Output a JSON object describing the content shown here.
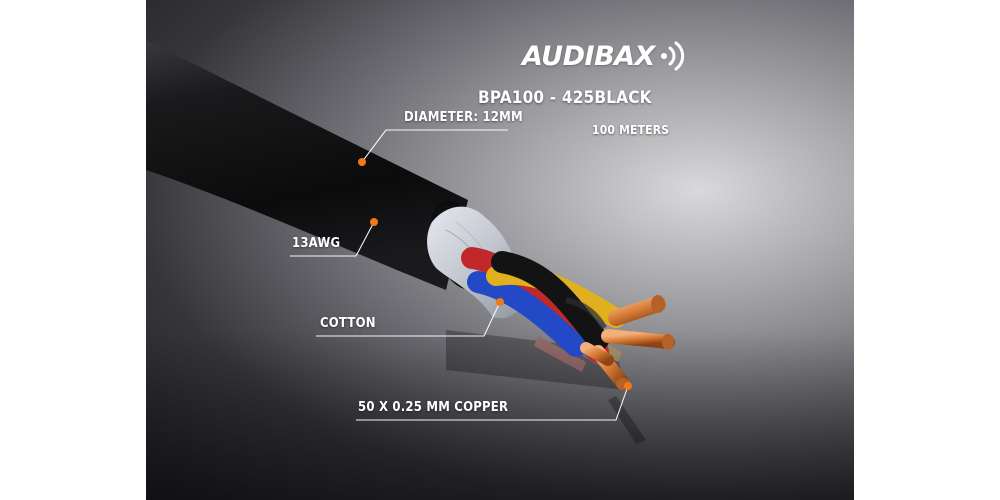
{
  "brand": {
    "logo_text": "AUDIBAX",
    "logo_icon": "sound-waves-icon"
  },
  "product": {
    "model": "BPA100 - 425BLACK",
    "length": "100 METERS"
  },
  "callouts": [
    {
      "id": "diameter",
      "text": "DIAMETER: 12MM"
    },
    {
      "id": "gauge",
      "text": "13AWG"
    },
    {
      "id": "filler",
      "text": "COTTON"
    },
    {
      "id": "conductor",
      "text": "50 X 0.25 MM COPPER"
    }
  ],
  "colors": {
    "accent": "#f07a1a",
    "text": "#ffffff",
    "jacket": "#111113",
    "copper": "#d9823f"
  }
}
